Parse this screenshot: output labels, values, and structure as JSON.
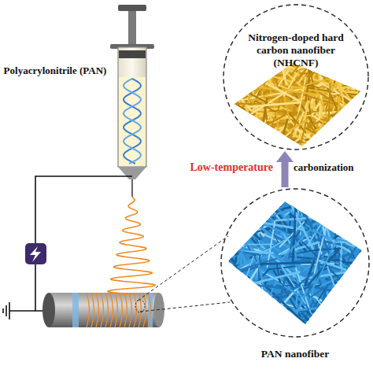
{
  "diagram": {
    "nodes": [
      {
        "text": [
          "Nitrogen-doped hard carbon nanofiber (NHCNF)"
        ]
      },
      {
        "text": [
          "PAN nanofiber"
        ]
      }
    ],
    "edges": [
      {
        "from": 1,
        "to": 0,
        "arrow": "to",
        "label": "Low-temperature"
      }
    ],
    "labels": [
      "Polyacrylonitrile (PAN)",
      "carbonization"
    ]
  }
}
